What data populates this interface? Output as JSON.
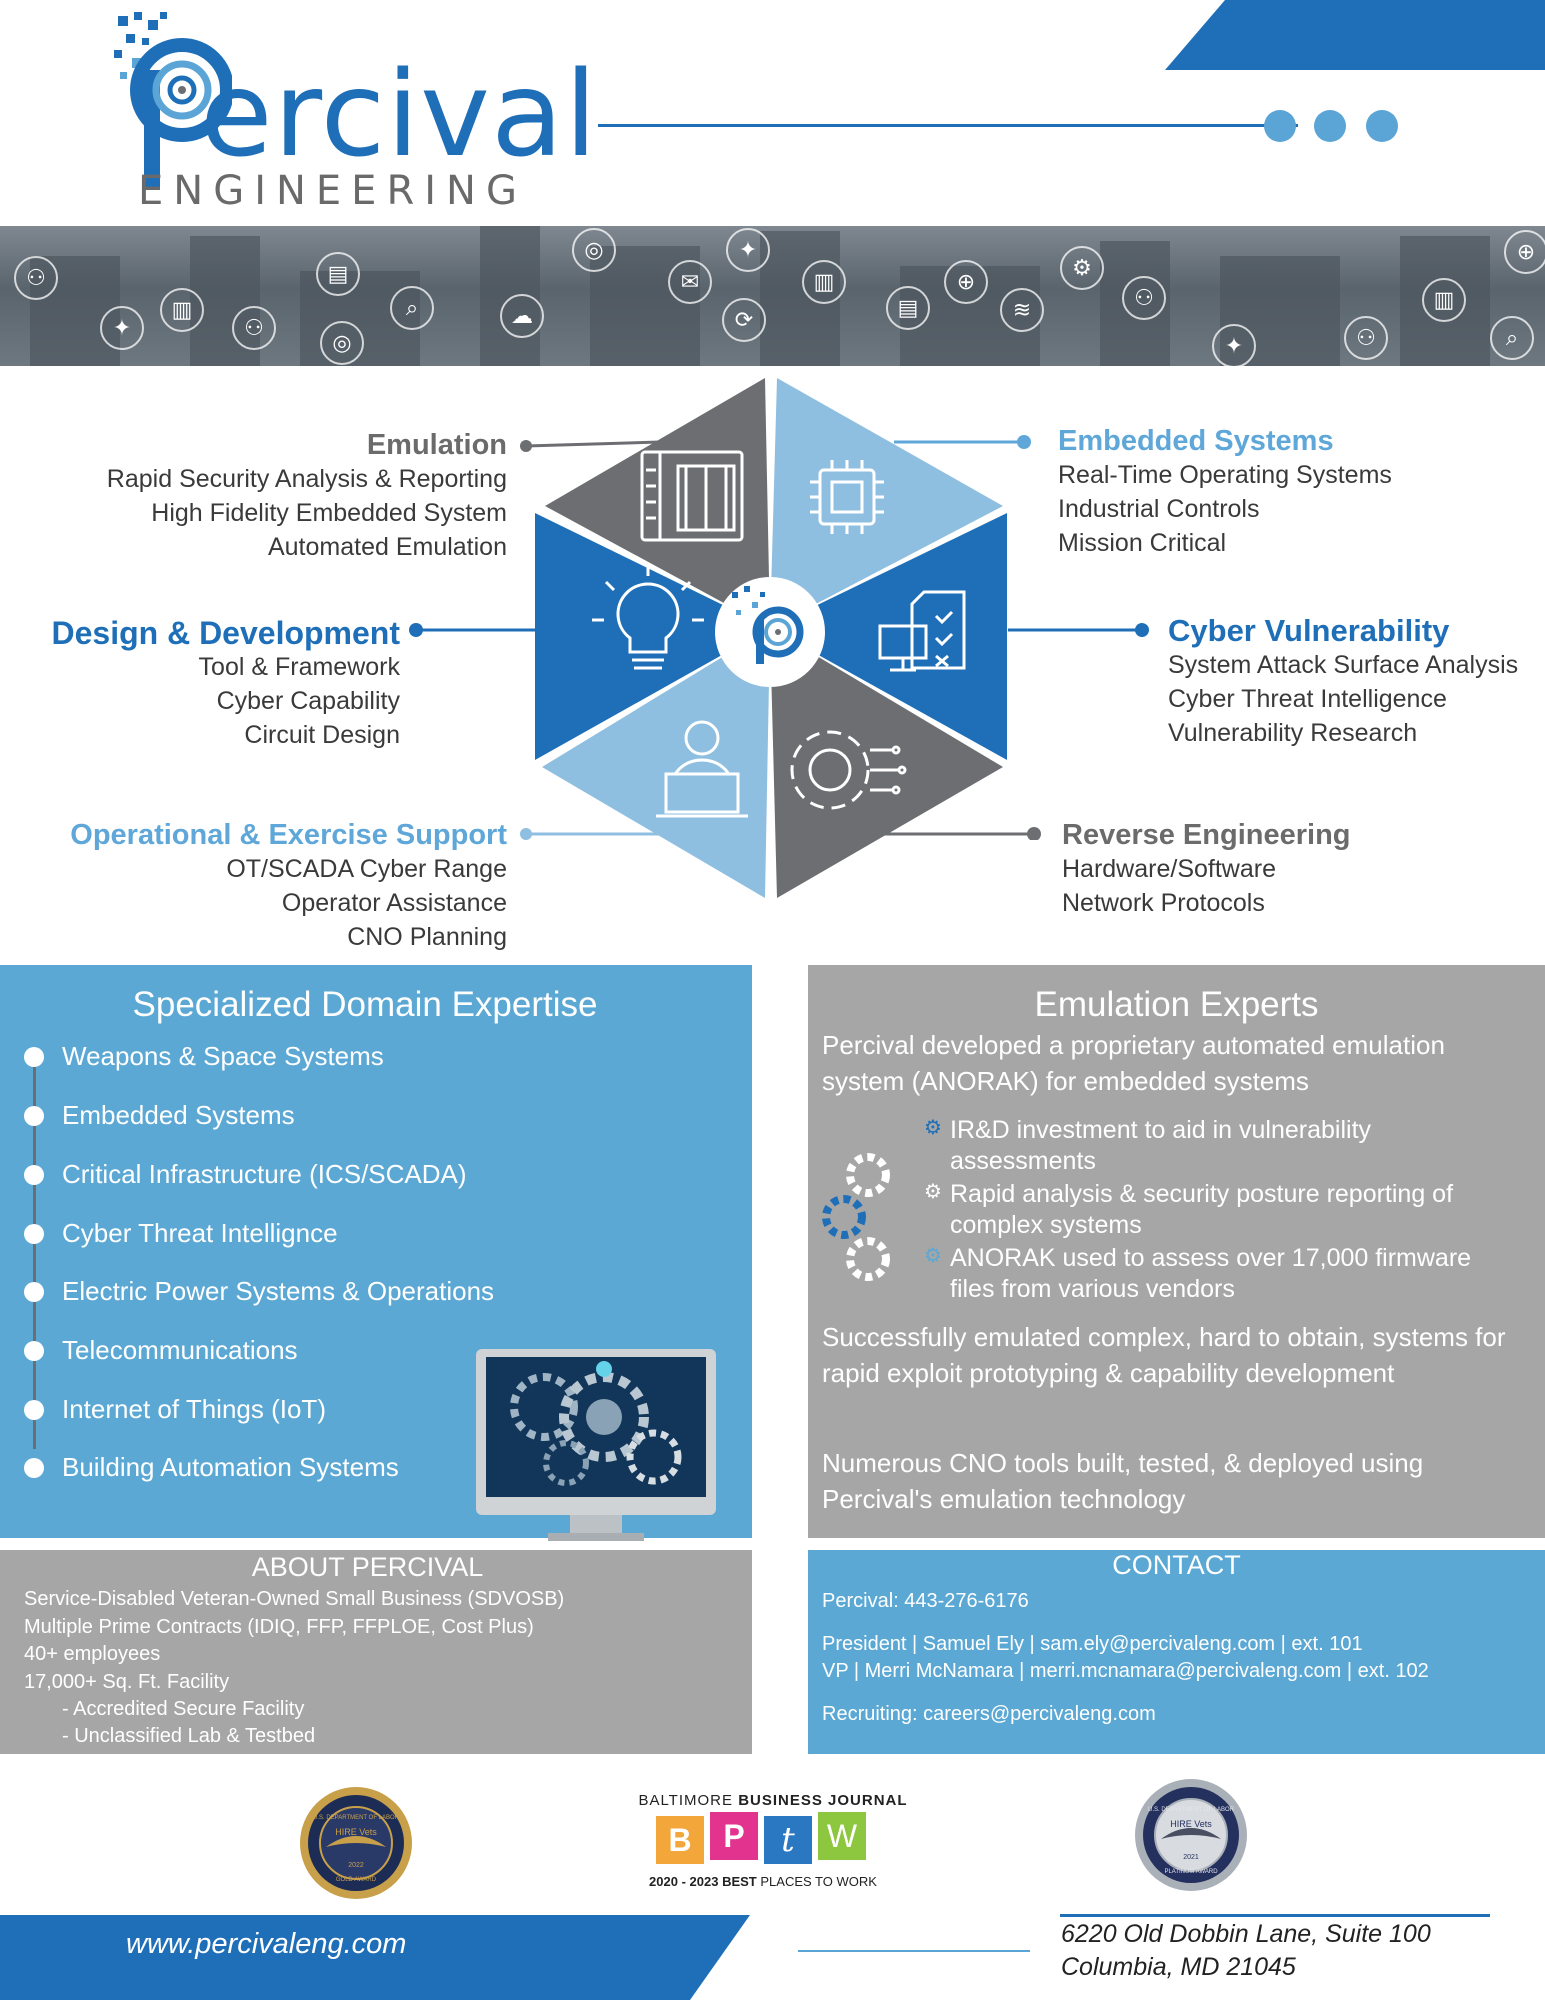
{
  "header": {
    "logo_word": "ercival",
    "logo_sub": "ENGINEERING"
  },
  "services": {
    "emulation": {
      "title": "Emulation",
      "items": [
        "Rapid Security Analysis & Reporting",
        "High Fidelity Embedded System",
        "Automated Emulation"
      ]
    },
    "design": {
      "title": "Design & Development",
      "items": [
        "Tool & Framework",
        "Cyber Capability",
        "Circuit Design"
      ]
    },
    "operational": {
      "title": "Operational & Exercise Support",
      "items": [
        "OT/SCADA Cyber Range",
        "Operator Assistance",
        "CNO Planning"
      ]
    },
    "embedded": {
      "title": "Embedded Systems",
      "items": [
        "Real-Time Operating Systems",
        "Industrial Controls",
        "Mission Critical"
      ]
    },
    "cyber": {
      "title": "Cyber Vulnerability",
      "items": [
        "System Attack Surface Analysis",
        "Cyber Threat Intelligence",
        "Vulnerability Research"
      ]
    },
    "reverse": {
      "title": "Reverse Engineering",
      "items": [
        "Hardware/Software",
        "Network Protocols"
      ]
    }
  },
  "domain": {
    "title": "Specialized Domain Expertise",
    "items": [
      "Weapons & Space Systems",
      "Embedded Systems",
      "Critical Infrastructure (ICS/SCADA)",
      "Cyber Threat Intellignce",
      "Electric Power Systems & Operations",
      "Telecommunications",
      "Internet of Things (IoT)",
      "Building Automation Systems"
    ]
  },
  "emulation_experts": {
    "title": "Emulation Experts",
    "intro": "Percival developed a proprietary automated emulation system (ANORAK) for embedded systems",
    "bullets": [
      "IR&D investment to aid in vulnerability assessments",
      "Rapid analysis & security posture reporting of complex systems",
      "ANORAK used to assess over 17,000 firmware files from various vendors"
    ],
    "para1": "Successfully emulated complex, hard to obtain, systems for rapid exploit prototyping & capability development",
    "para2": "Numerous CNO tools built, tested, & deployed using Percival's emulation technology"
  },
  "about": {
    "title": "ABOUT PERCIVAL",
    "lines": [
      "Service-Disabled Veteran-Owned Small Business (SDVOSB)",
      "Multiple Prime Contracts (IDIQ, FFP, FFPLOE, Cost Plus)",
      "40+ employees",
      "17,000+ Sq. Ft. Facility",
      "- Accredited Secure Facility",
      "- Unclassified Lab & Testbed"
    ]
  },
  "contact": {
    "title": "CONTACT",
    "phone": "Percival: 443-276-6176",
    "president": "President | Samuel Ely | sam.ely@percivaleng.com | ext. 101",
    "vp": "VP | Merri McNamara | merri.mcnamara@percivaleng.com | ext. 102",
    "recruiting": "Recruiting: careers@percivaleng.com"
  },
  "awards": {
    "bbj_pre": "BALTIMORE",
    "bbj_post": "BUSINESS JOURNAL",
    "bptw_letters": [
      "B",
      "P",
      "t",
      "W"
    ],
    "bptw_years": "2020 - 2023",
    "bptw_best": "BEST",
    "bptw_tail": "PLACES TO WORK",
    "seal1_top": "U.S. DEPARTMENT OF LABOR",
    "seal1_mid": "HIRE Vets",
    "seal1_year": "2022",
    "seal1_bottom": "GOLD AWARD",
    "seal2_top": "U.S. DEPARTMENT OF LABOR",
    "seal2_mid": "HIRE Vets",
    "seal2_year": "2021",
    "seal2_bottom": "PLATINUM AWARD"
  },
  "footer": {
    "url": "www.percivaleng.com",
    "address_line1": "6220 Old Dobbin Lane, Suite 100",
    "address_line2": "Columbia, MD 21045"
  },
  "colors": {
    "brand_blue": "#1f6fb8",
    "light_blue": "#5ba8d4",
    "gray": "#a6a6a6",
    "dark_gray": "#6d6e71"
  }
}
